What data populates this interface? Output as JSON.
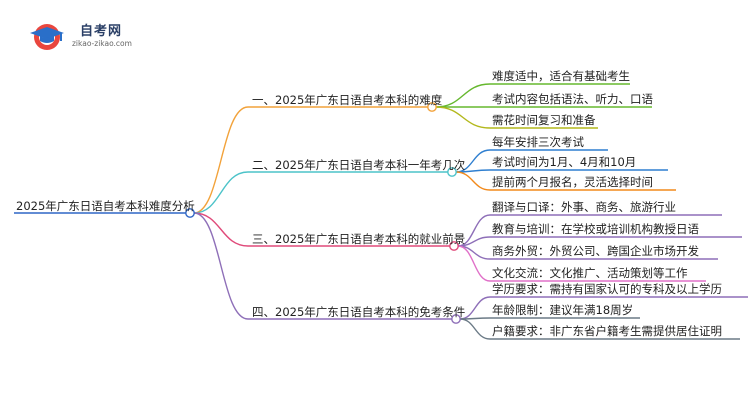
{
  "header": {
    "site_name": "自考网",
    "site_url": "zikao-zikao.com"
  },
  "mindmap": {
    "root": "2025年广东日语自考本科难度分析",
    "branches": [
      {
        "label": "一、2025年广东日语自考本科的难度",
        "color": "#f2a23a",
        "leaves": [
          "难度适中，适合有基础考生",
          "考试内容包括语法、听力、口语",
          "需花时间复习和准备"
        ]
      },
      {
        "label": "二、2025年广东日语自考本科一年考几次",
        "color": "#4cc3c9",
        "leaves": [
          "每年安排三次考试",
          "考试时间为1月、4月和10月",
          "提前两个月报名，灵活选择时间"
        ]
      },
      {
        "label": "三、2025年广东日语自考本科的就业前景",
        "color": "#e04a7a",
        "leaves": [
          "翻译与口译：外事、商务、旅游行业",
          "教育与培训：在学校或培训机构教授日语",
          "商务外贸：外贸公司、跨国企业市场开发",
          "文化交流：文化推广、活动策划等工作"
        ]
      },
      {
        "label": "四、2025年广东日语自考本科的免考条件",
        "color": "#8e6fb8",
        "leaves": [
          "学历要求：需持有国家认可的专科及以上学历",
          "年龄限制：建议年满18周岁",
          "户籍要求：非广东省户籍考生需提供居住证明"
        ]
      }
    ],
    "leaf_colors": [
      [
        "#66b82e",
        "#66b82e",
        "#b3b81c"
      ],
      [
        "#2f7fd0",
        "#2f7fd0",
        "#f28a1c"
      ],
      [
        "#8e6fb8",
        "#8e6fb8",
        "#8e6fb8",
        "#e070c8"
      ],
      [
        "#8e6fb8",
        "#6b7a86",
        "#6b7a86"
      ]
    ],
    "root_color": "#2f66c6"
  }
}
